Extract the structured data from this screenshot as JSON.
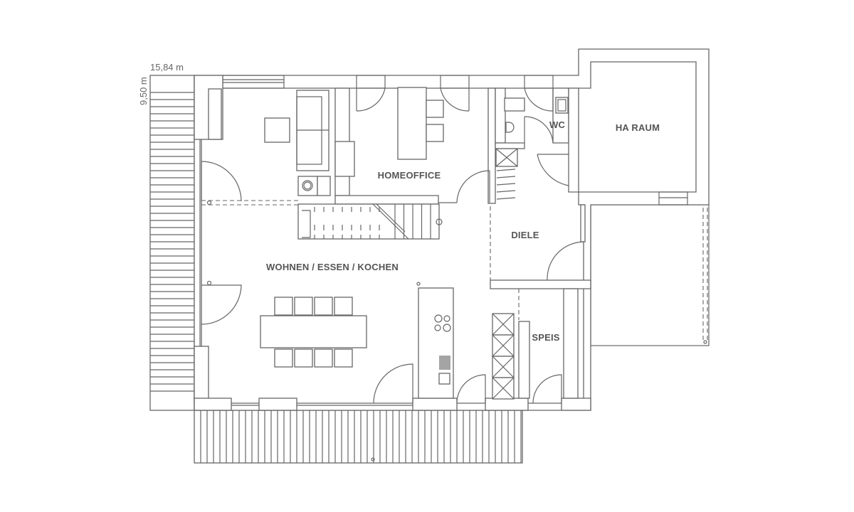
{
  "dimensions": {
    "width": "15,84 m",
    "depth": "9,50 m"
  },
  "rooms": {
    "homeoffice": "HOMEOFFICE",
    "wc": "WC",
    "ha_raum": "HA RAUM",
    "diele": "DIELE",
    "wohnen": "WOHNEN / ESSEN / KOCHEN",
    "speis": "SPEIS"
  },
  "colors": {
    "line": "#666666",
    "text": "#555555"
  }
}
